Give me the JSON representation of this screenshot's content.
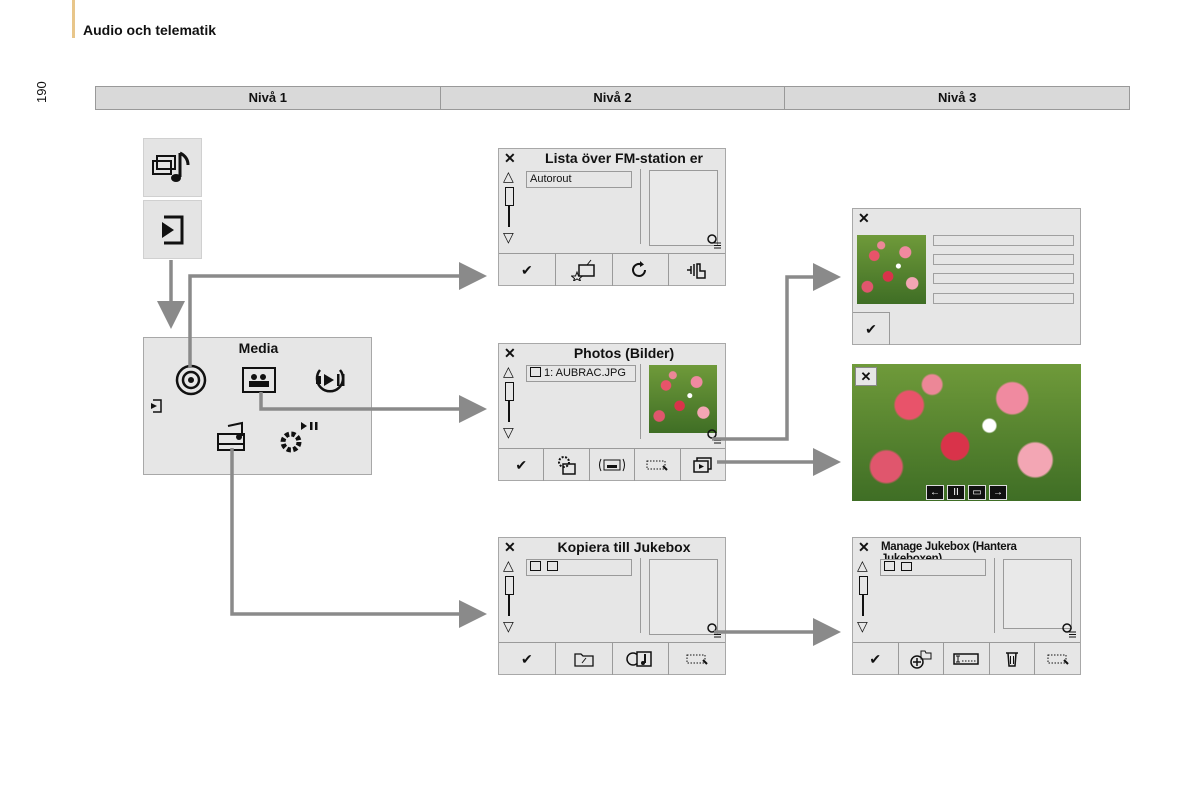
{
  "header": {
    "title": "Audio och telematik",
    "page_number": "190"
  },
  "levels": [
    "Nivå 1",
    "Nivå 2",
    "Nivå 3"
  ],
  "level1": {
    "title": "Media"
  },
  "fm_panel": {
    "title": "Lista över FM-station er",
    "field": "Autorout"
  },
  "photos_panel": {
    "title": "Photos (Bilder)",
    "field": "1: AUBRAC.JPG"
  },
  "copy_panel": {
    "title": "Kopiera till Jukebox"
  },
  "jukebox_panel": {
    "title": "Manage Jukebox (Hantera Jukeboxen)"
  },
  "glyphs": {
    "close": "✕",
    "check": "✔",
    "up": "△",
    "down": "▽"
  },
  "colors": {
    "arrow": "#8a8a8a",
    "panel_bg": "#e6e6e6",
    "header_bar": "#d9d9d9"
  }
}
